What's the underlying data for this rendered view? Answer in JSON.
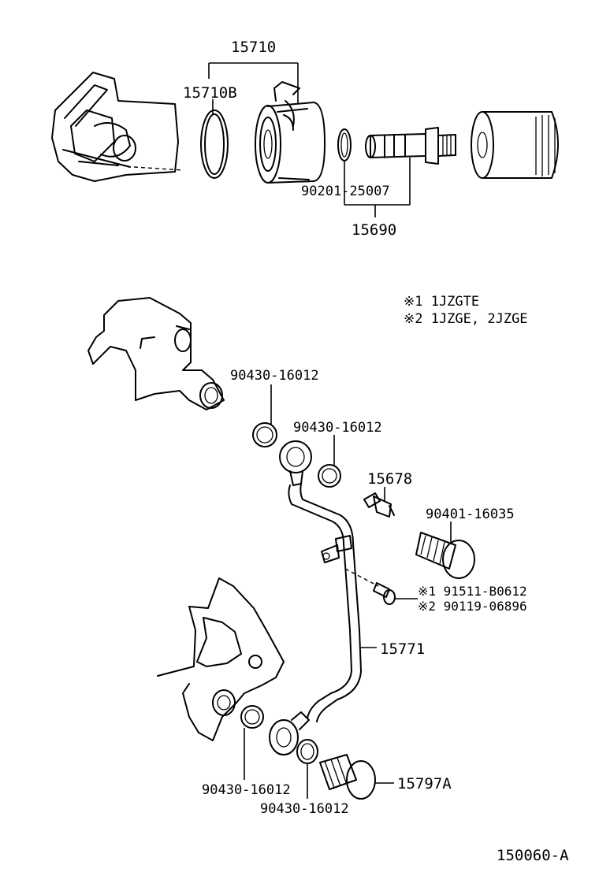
{
  "callouts": {
    "p15710": "15710",
    "p15710B": "15710B",
    "p90201_25007": "90201-25007",
    "p15690": "15690",
    "p90430_a": "90430-16012",
    "p90430_b": "90430-16012",
    "p15678": "15678",
    "p90401_16035": "90401-16035",
    "p15771": "15771",
    "p90430_c": "90430-16012",
    "p90430_d": "90430-16012",
    "p15797A": "15797A"
  },
  "bolt_callouts": {
    "line1": "※1 91511-B0612",
    "line2": "※2 90119-06896"
  },
  "engine_notes": {
    "line1": "※1 1JZGTE",
    "line2": "※2 1JZGE, 2JZGE"
  },
  "figure_id": "150060-A"
}
